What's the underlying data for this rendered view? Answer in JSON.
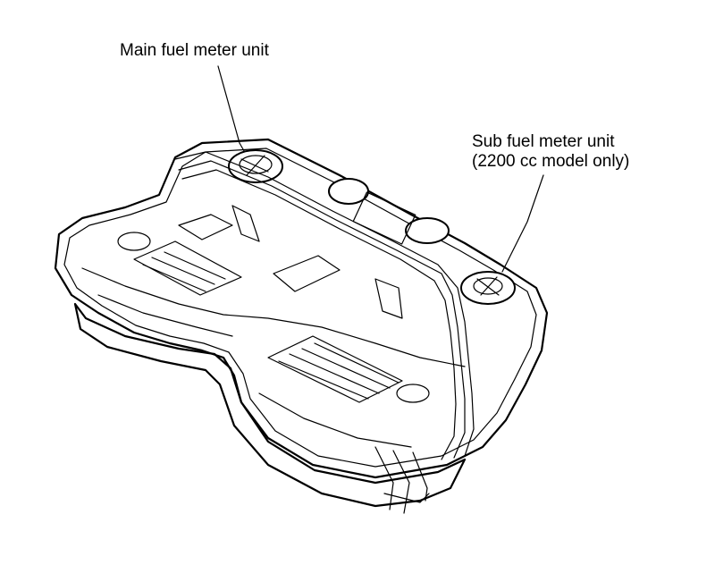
{
  "labels": {
    "main_fuel_meter_unit": "Main fuel meter unit",
    "sub_fuel_meter_unit_line1": "Sub fuel meter unit",
    "sub_fuel_meter_unit_line2": "(2200 cc model only)"
  }
}
